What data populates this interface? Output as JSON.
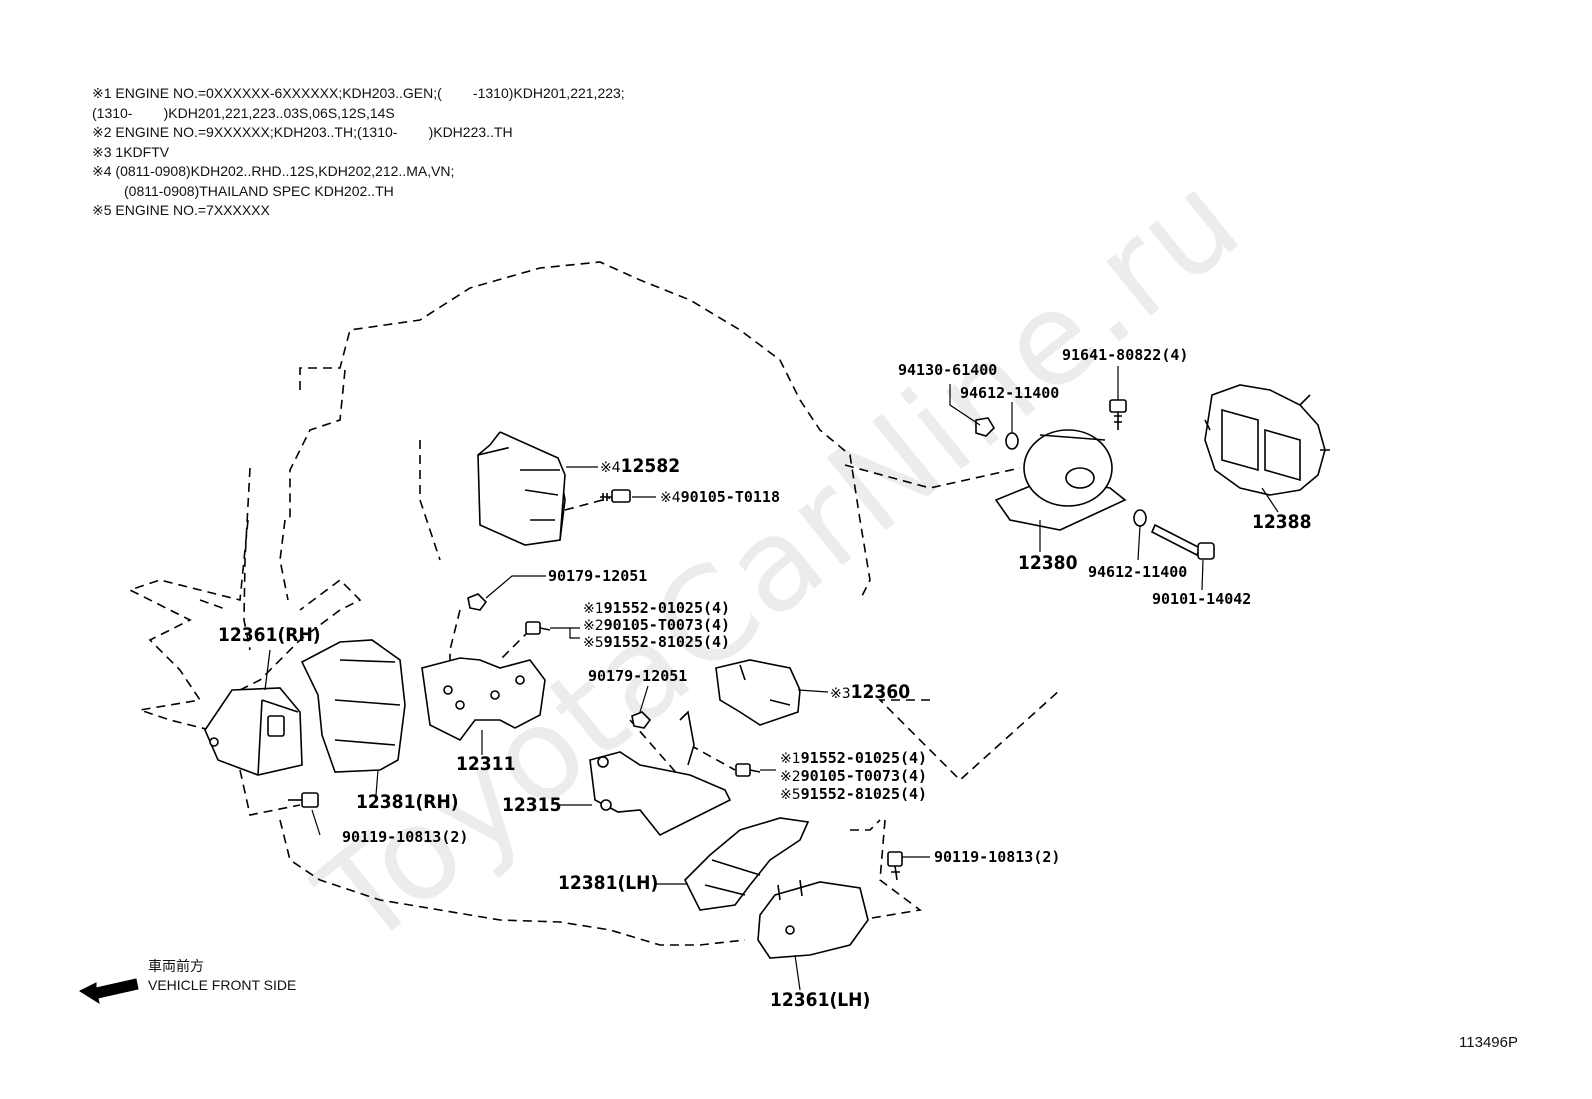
{
  "notes": [
    "※1 ENGINE NO.=0XXXXXX-6XXXXXX;KDH203..GEN;(        -1310)KDH201,221,223;",
    "(1310-        )KDH201,221,223..03S,06S,12S,14S",
    "※2 ENGINE NO.=9XXXXXX;KDH203..TH;(1310-        )KDH223..TH",
    "※3 1KDFTV",
    "※4 (0811-0908)KDH202..RHD..12S,KDH202,212..MA,VN;",
    "(0811-0908)THAILAND SPEC KDH202..TH",
    "※5 ENGINE NO.=7XXXXXX"
  ],
  "watermark": "ToyotaCarNine.ru",
  "labels": {
    "p94130": "94130-61400",
    "p94612a": "94612-11400",
    "p91641": "91641-80822(4)",
    "p12582_mark": "※4",
    "p12582": "12582",
    "p90105_t0118_mark": "※4",
    "p90105_t0118": "90105-T0118",
    "p12388": "12388",
    "p12380": "12380",
    "p94612b": "94612-11400",
    "p90101": "90101-14042",
    "p90179a": "90179-12051",
    "g1_l1_mark": "※1",
    "g1_l1": "91552-01025(4)",
    "g1_l2_mark": "※2",
    "g1_l2": "90105-T0073(4)",
    "g1_l3_mark": "※5",
    "g1_l3": "91552-81025(4)",
    "p12361rh": "12361(RH)",
    "p90179b": "90179-12051",
    "p12360_mark": "※3",
    "p12360": "12360",
    "p12311": "12311",
    "g2_l1_mark": "※1",
    "g2_l1": "91552-01025(4)",
    "g2_l2_mark": "※2",
    "g2_l2": "90105-T0073(4)",
    "g2_l3_mark": "※5",
    "g2_l3": "91552-81025(4)",
    "p12381rh": "12381(RH)",
    "p12315": "12315",
    "p90119a": "90119-10813(2)",
    "p90119b": "90119-10813(2)",
    "p12381lh": "12381(LH)",
    "p12361lh": "12361(LH)"
  },
  "front": {
    "jp": "車両前方",
    "en": "VEHICLE FRONT SIDE"
  },
  "figure_number": "113496P"
}
